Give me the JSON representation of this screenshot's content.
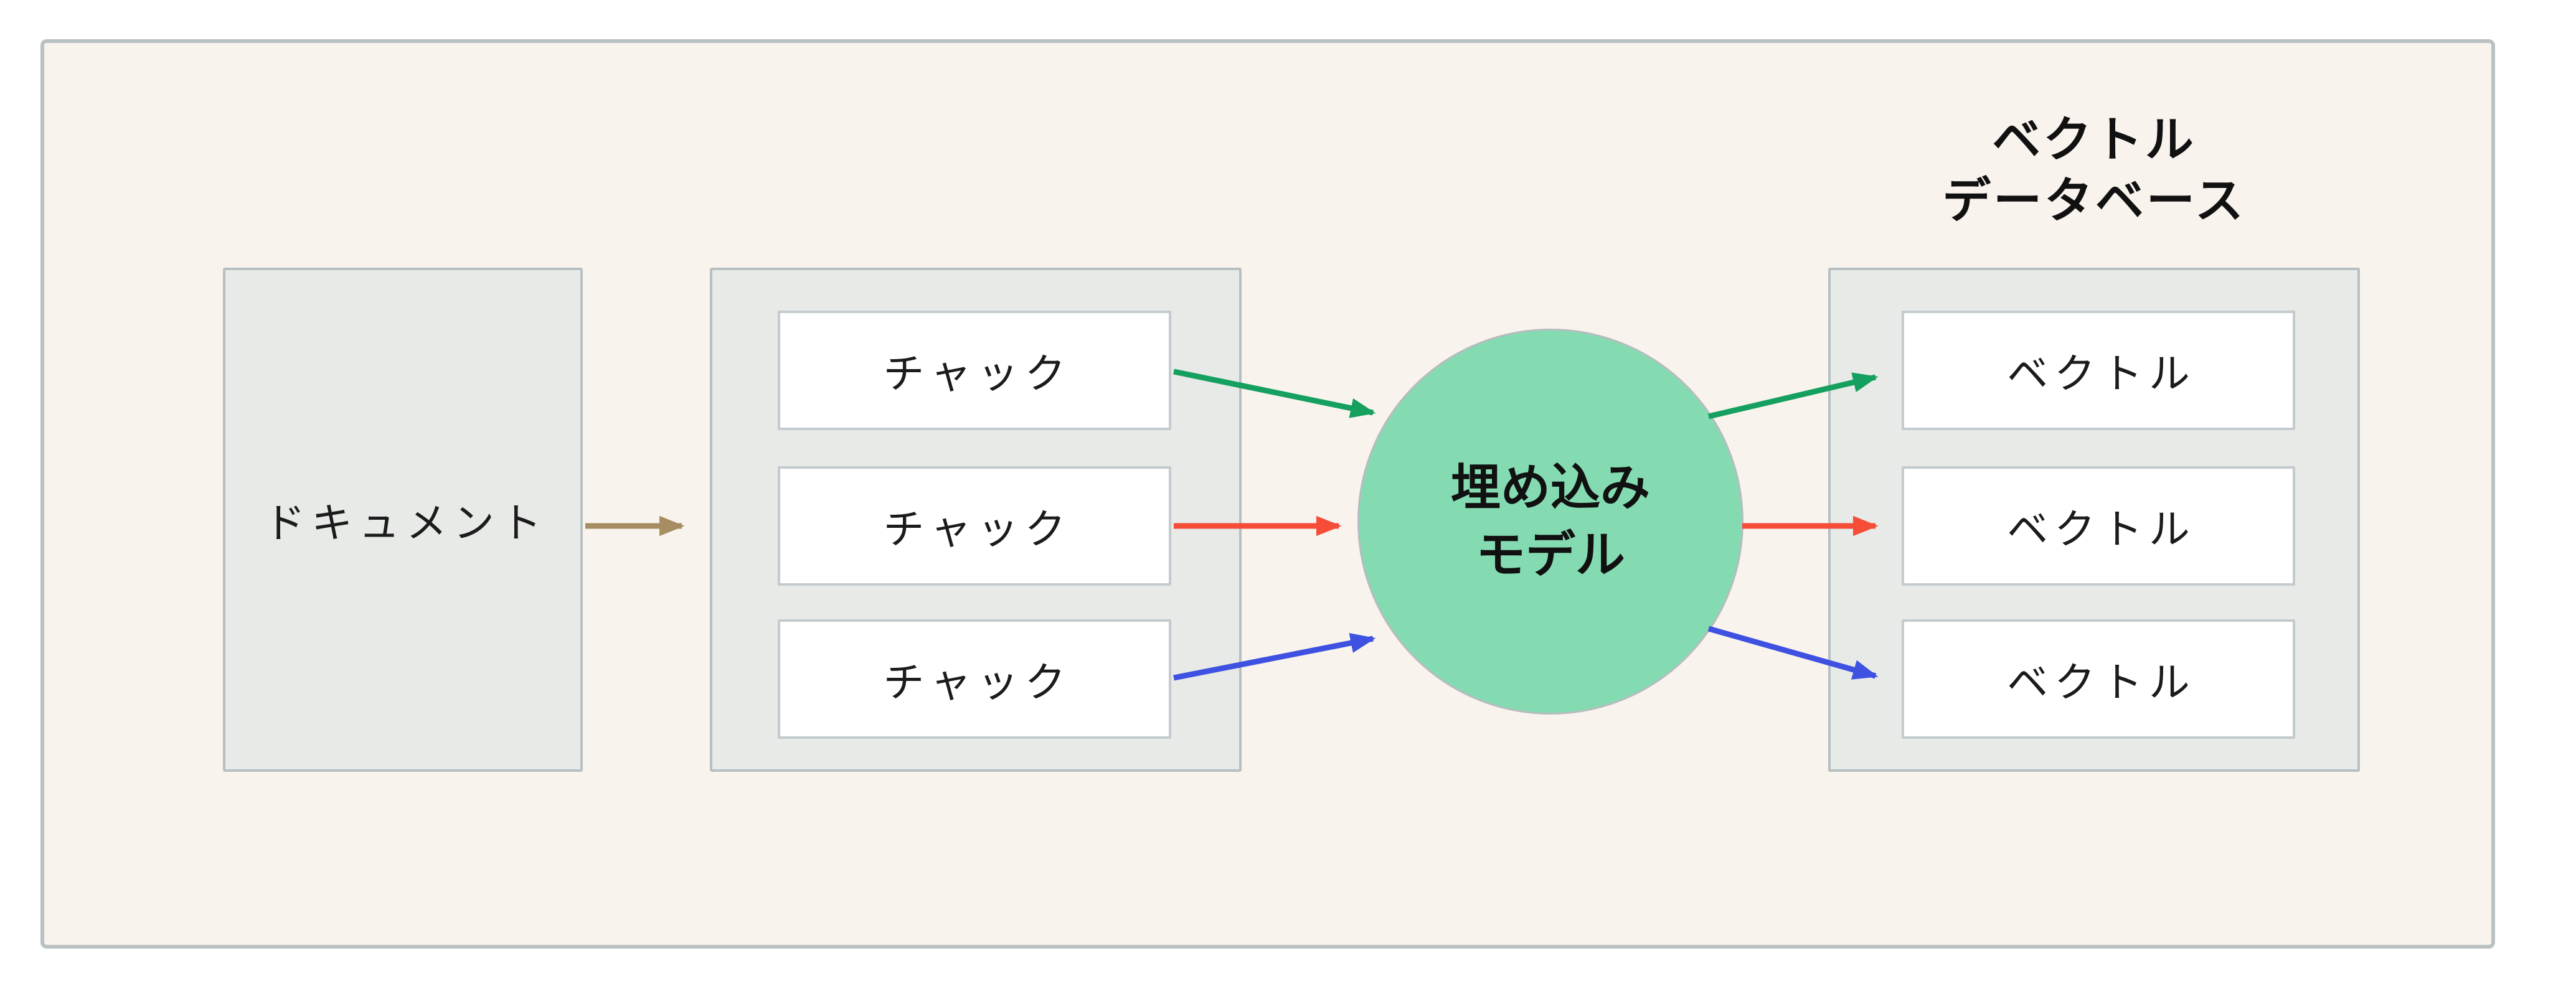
{
  "diagram": {
    "document_label": "ドキュメント",
    "chunk_labels": [
      "チャック",
      "チャック",
      "チャック"
    ],
    "embedding_model_line1": "埋め込み",
    "embedding_model_line2": "モデル",
    "vector_db_title_line1": "ベクトル",
    "vector_db_title_line2": "データベース",
    "vector_labels": [
      "ベクトル",
      "ベクトル",
      "ベクトル"
    ],
    "colors": {
      "frame_bg": "#f9f3ee",
      "frame_border": "#b9c1c3",
      "container_bg": "#e7eae7",
      "container_border": "#b6c0c2",
      "box_bg": "#ffffff",
      "box_border": "#c2cbcd",
      "circle_bg": "#84dbb2",
      "circle_border": "#b6bcbe",
      "arrow_document": "#a68e62",
      "arrow_green": "#16a05f",
      "arrow_red": "#f54d38",
      "arrow_blue": "#3e51e1",
      "text": "#1b1b1b"
    }
  }
}
